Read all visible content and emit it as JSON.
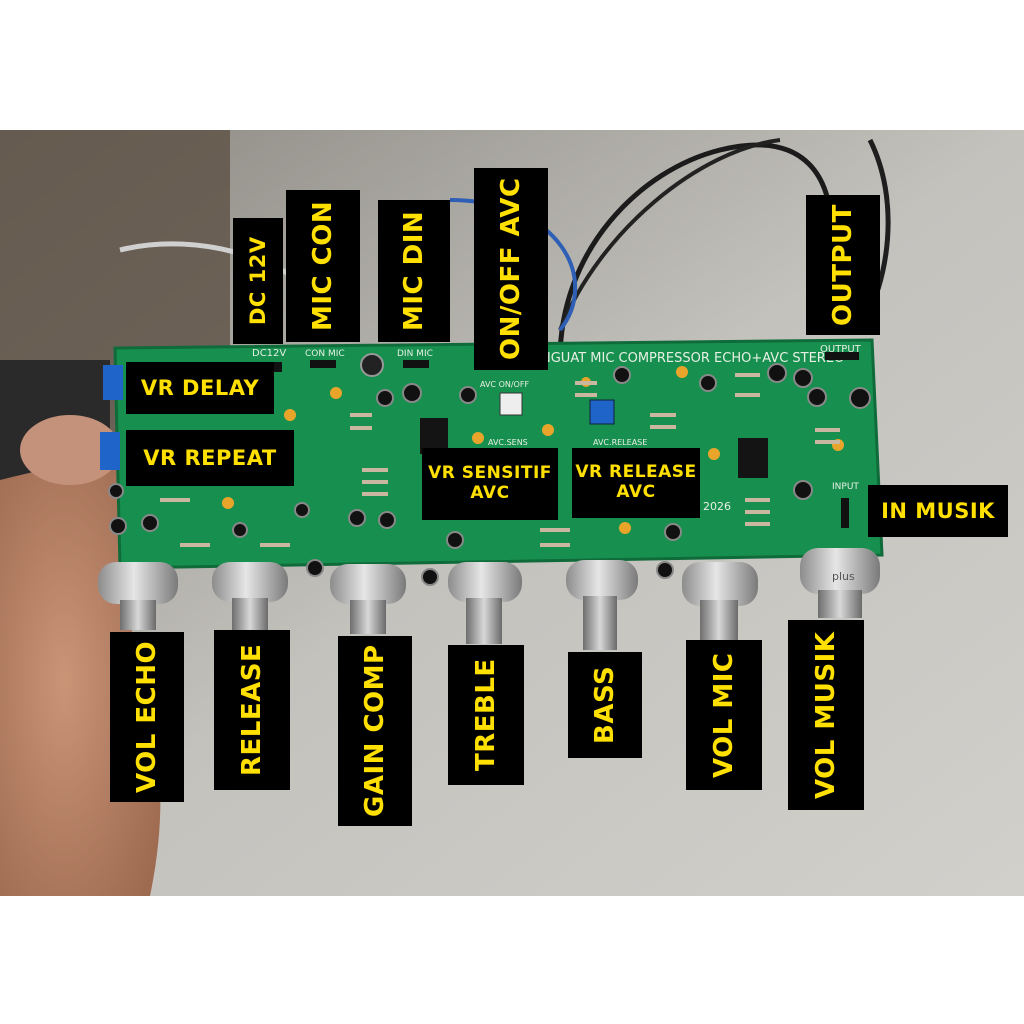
{
  "image": {
    "board_silkscreen": {
      "title": "NGUAT MIC COMPRESSOR ECHO+AVC STEREO",
      "dc": "DC12V",
      "con_mic": "CON MIC",
      "din_mic": "DIN MIC",
      "output": "OUTPUT",
      "avc_onoff": "AVC ON/OFF",
      "avc_sens": "AVC.SENS",
      "avc_release": "AVC.RELEASE",
      "input": "INPUT",
      "year": "2026",
      "pot_brand": "plus"
    },
    "labels": {
      "dc12v": "DC 12V",
      "mic_con": "MIC CON",
      "mic_din": "MIC DIN",
      "on_off_avc": "ON/OFF AVC",
      "output": "OUTPUT",
      "vr_delay": "VR DELAY",
      "vr_repeat": "VR REPEAT",
      "vr_sensitif_avc": [
        "VR SENSITIF",
        "AVC"
      ],
      "vr_release_avc": [
        "VR RELEASE",
        "AVC"
      ],
      "in_musik": "IN MUSIK",
      "vol_echo": "VOL ECHO",
      "release": "RELEASE",
      "gain_comp": "GAIN COMP",
      "treble": "TREBLE",
      "bass": "BASS",
      "vol_mic": "VOL MIC",
      "vol_musik": "VOL MUSIK"
    },
    "colors": {
      "label_bg": "#000000",
      "label_text": "#ffe000",
      "pcb": "#17904f"
    }
  }
}
